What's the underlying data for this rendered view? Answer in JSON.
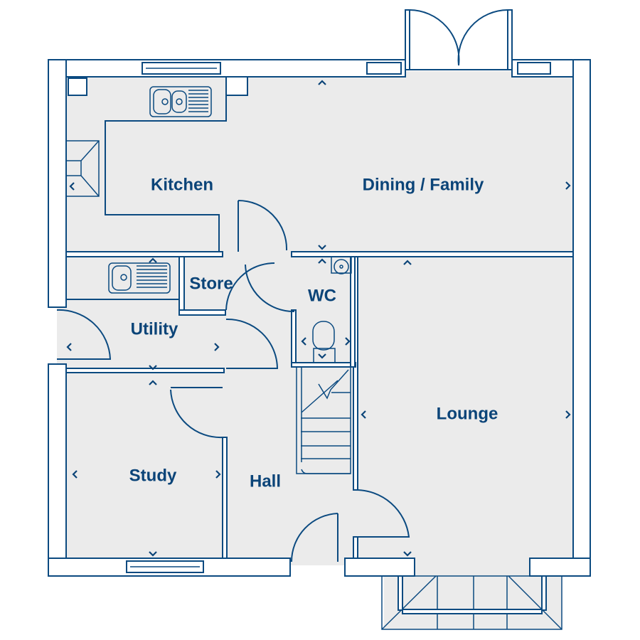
{
  "title": "Ground floor plan",
  "colors": {
    "line": "#0b4a80",
    "floor": "#ebebeb",
    "text": "#0b4478"
  },
  "rooms": {
    "kitchen": "Kitchen",
    "dining_family": "Dining / Family",
    "store": "Store",
    "wc": "WC",
    "utility": "Utility",
    "study": "Study",
    "hall": "Hall",
    "lounge": "Lounge"
  }
}
